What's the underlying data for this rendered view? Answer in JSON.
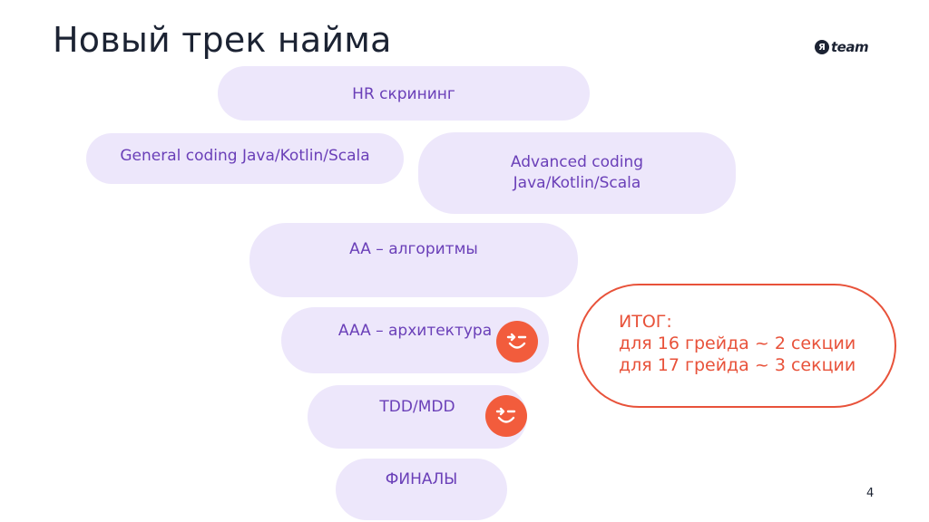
{
  "slide": {
    "title": "Новый трек найма",
    "page_number": "4"
  },
  "logo": {
    "mark": "Я",
    "text": "team"
  },
  "stages": {
    "hr": "HR скрининг",
    "general": "General coding Java/Kotlin/Scala",
    "advanced": "Advanced coding\nJava/Kotlin/Scala",
    "aa": "AA – алгоритмы",
    "aaa": "AAA – архитектура",
    "tdd": "TDD/MDD",
    "finals": "ФИНАЛЫ"
  },
  "result": {
    "heading": "ИТОГ:",
    "line1": "для 16 грейда ~ 2 секции",
    "line2": "для 17 грейда ~ 3 секции"
  },
  "icons": {
    "badge": "skip-arrow-icon"
  },
  "colors": {
    "pill_bg": "#ede7fb",
    "pill_text": "#6a3fb8",
    "accent": "#f25c3c",
    "title": "#1c2333"
  }
}
